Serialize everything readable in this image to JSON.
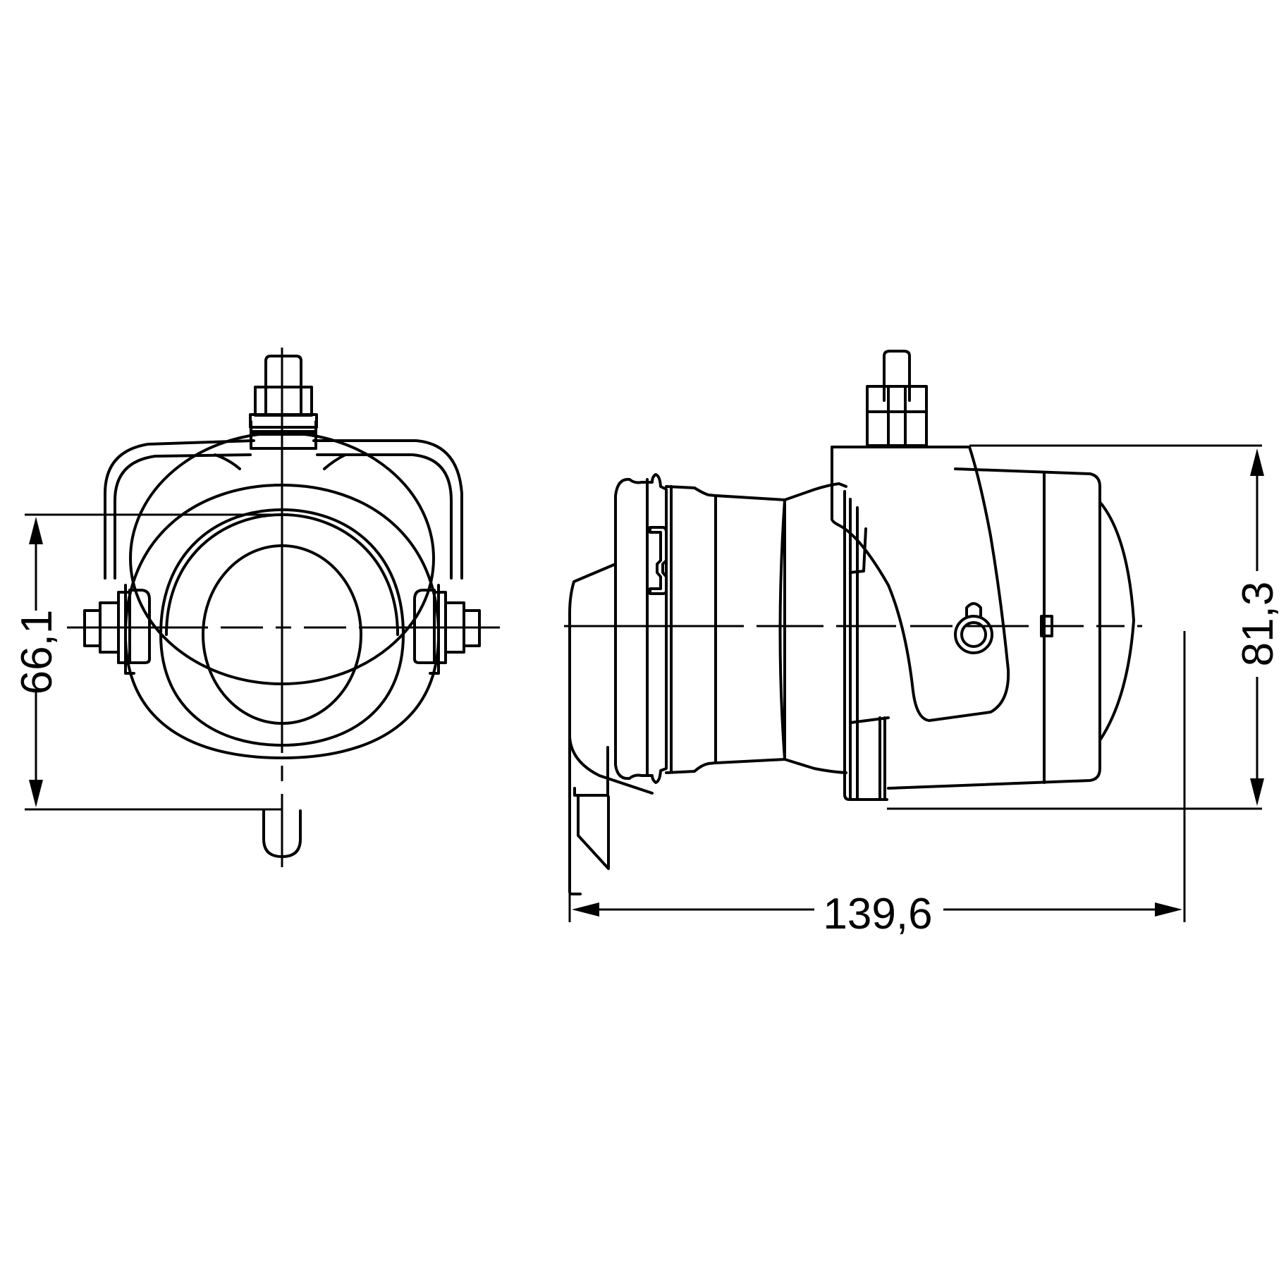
{
  "drawing": {
    "type": "technical-dimension-drawing",
    "subject": "lamp-with-mounting-bracket",
    "views": [
      {
        "name": "front-view",
        "description": "front view with U-bracket and bolt"
      },
      {
        "name": "side-view",
        "description": "side view with connector and bracket"
      }
    ],
    "line_color": "#000000",
    "background_color": "#ffffff"
  },
  "dimensions": {
    "height_front": {
      "label": "66,1",
      "orientation": "vertical"
    },
    "height_side": {
      "label": "81,3",
      "orientation": "vertical"
    },
    "length_side": {
      "label": "139,6",
      "orientation": "horizontal"
    }
  }
}
